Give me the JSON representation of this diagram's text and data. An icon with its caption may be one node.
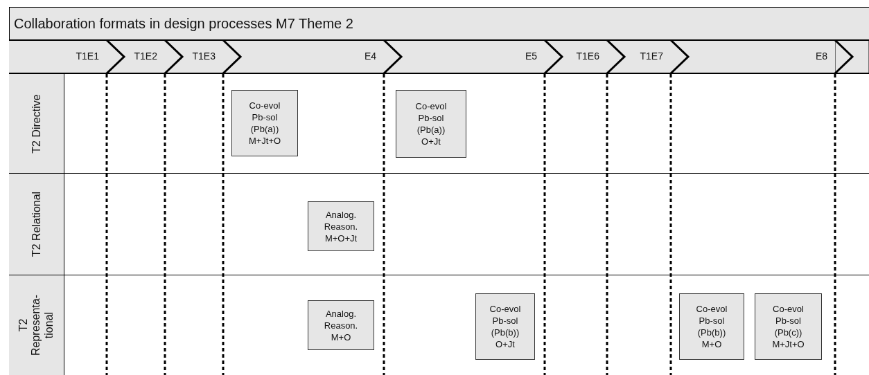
{
  "diagram": {
    "title": "Collaboration formats in design processes M7 Theme 2",
    "nodes": [
      {
        "text": [
          "T1E1"
        ]
      },
      {
        "text": [
          "T1E2"
        ]
      },
      {
        "text": [
          "T1E3"
        ]
      },
      {
        "text": [
          "E4"
        ]
      },
      {
        "text": [
          "E5"
        ]
      },
      {
        "text": [
          "T1E6"
        ]
      },
      {
        "text": [
          "T1E7"
        ]
      },
      {
        "text": [
          "E8"
        ]
      },
      {
        "text": [
          "T2 Directive"
        ]
      },
      {
        "text": [
          "Co-evol Pb-sol (Pb(a)) M+Jt+O"
        ],
        "in": 8
      },
      {
        "text": [
          "Co-evol Pb-sol (Pb(a)) O+Jt"
        ],
        "in": 8
      },
      {
        "text": [
          "T2 Relational"
        ]
      },
      {
        "text": [
          "Analog. Reason. M+O+Jt"
        ],
        "in": 11
      },
      {
        "text": [
          "T2 Representa- tional"
        ]
      },
      {
        "text": [
          "Analog. Reason. M+O"
        ],
        "in": 13
      },
      {
        "text": [
          "Co-evol Pb-sol (Pb(b)) O+Jt"
        ],
        "in": 13
      },
      {
        "text": [
          "Co-evol Pb-sol (Pb(b)) M+O"
        ],
        "in": 13
      },
      {
        "text": [
          "Co-evol Pb-sol (Pb(c)) M+Jt+O"
        ],
        "in": 13
      }
    ],
    "edges": [
      {
        "from": 0,
        "to": 1,
        "arrow": "to"
      },
      {
        "from": 1,
        "to": 2,
        "arrow": "to"
      },
      {
        "from": 2,
        "to": 3,
        "arrow": "to"
      },
      {
        "from": 3,
        "to": 4,
        "arrow": "to"
      },
      {
        "from": 4,
        "to": 5,
        "arrow": "to"
      },
      {
        "from": 5,
        "to": 6,
        "arrow": "to"
      },
      {
        "from": 6,
        "to": 7,
        "arrow": "to"
      },
      {
        "from": 7,
        "to": null,
        "arrow": "to"
      }
    ]
  }
}
